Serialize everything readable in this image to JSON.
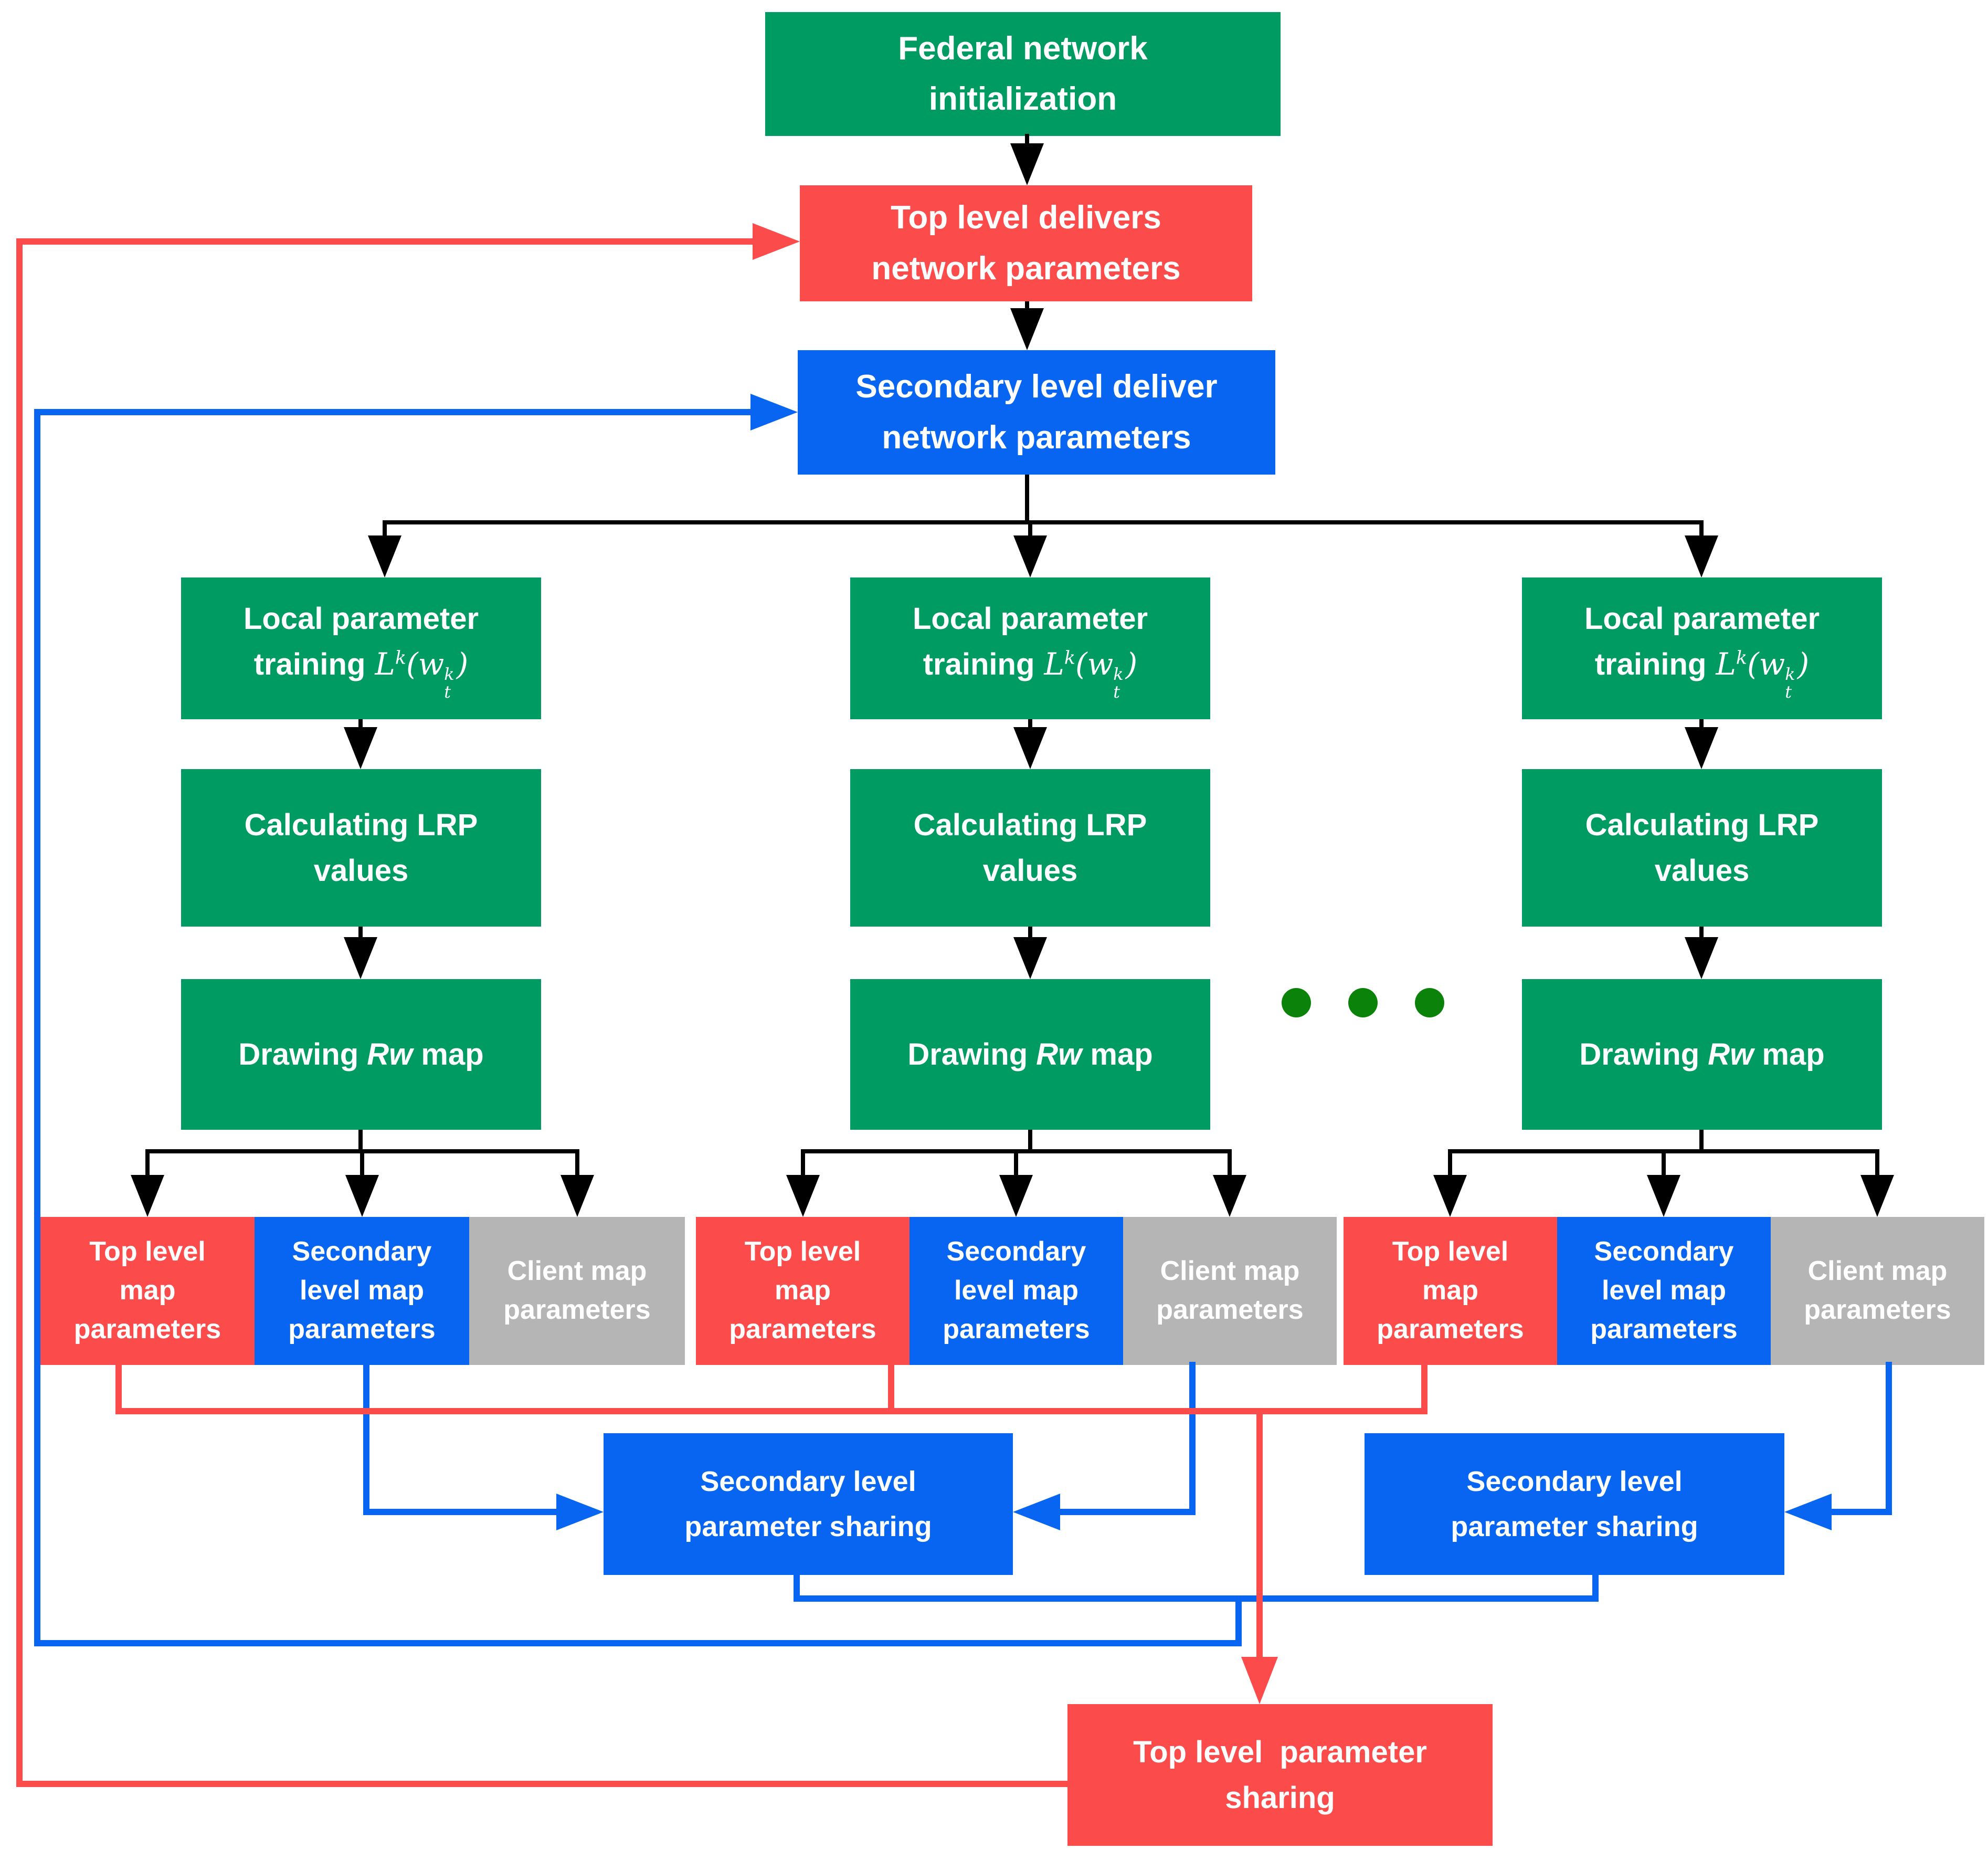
{
  "colors": {
    "node_green": "#009B63",
    "node_red": "#FB4B4B",
    "node_blue": "#0765F2",
    "node_gray": "#B5B5B5",
    "ellipsis_green": "#0B830B",
    "connector_black": "#000000",
    "text": "#FFFFFF"
  },
  "nodes": {
    "federal": {
      "line1": "Federal network",
      "line2": "initialization"
    },
    "top_deliver": {
      "line1": "Top level delivers",
      "line2": "network parameters"
    },
    "secondary_deliver": {
      "line1": "Secondary level deliver",
      "line2": "network parameters"
    },
    "column": {
      "training_line1": "Local parameter",
      "training_word": "training",
      "formula": {
        "L": "L",
        "sup_k": "k",
        "open": "(",
        "w": "w",
        "sup2_k": "k",
        "sub_t": "t",
        "close": ")"
      },
      "lrp_line1": "Calculating LRP",
      "lrp_line2": "values",
      "draw_pre": "Drawing",
      "draw_italic": "Rw",
      "draw_post": "map",
      "param_top": {
        "line1": "Top level",
        "line2": "map",
        "line3": "parameters"
      },
      "param_secondary": {
        "line1": "Secondary",
        "line2": "level map",
        "line3": "parameters"
      },
      "param_client": {
        "line1": "Client map",
        "line2": "parameters"
      }
    },
    "secondary_sharing": {
      "line1": "Secondary level",
      "line2": "parameter sharing"
    },
    "top_sharing": {
      "line1": "Top level  parameter",
      "line2": "sharing"
    }
  },
  "ellipsis": {
    "count": 3
  }
}
